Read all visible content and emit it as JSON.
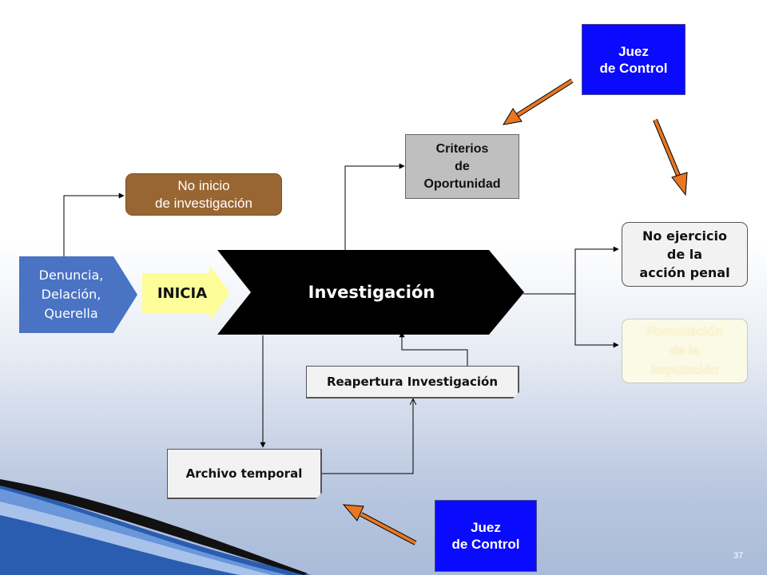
{
  "diagram": {
    "judge_top": "Juez\nde Control",
    "judge_bottom": "Juez\nde Control",
    "criteria": "Criterios\nde\nOportunidad",
    "no_start": "No inicio\nde investigación",
    "complaint": "Denuncia,\nDelación,\nQuerella",
    "starts": "INICIA",
    "investigation": "Investigación",
    "no_exercise": "No ejercicio\nde la\nacción penal",
    "formulation": "Formulación\nde la\nImputación",
    "reopening": "Reapertura Investigación",
    "temporary_archive": "Archivo temporal"
  },
  "page_number": "37",
  "colors": {
    "judge_blue": "#0a0aff",
    "no_start_brown": "#996633",
    "complaint_blue": "#4a73c4",
    "starts_yellow": "#fdfd99",
    "investigation_black": "#000000",
    "criteria_gray": "#bfbfbf",
    "formulation_text": "#fffbe0",
    "arrow_orange": "#e87722"
  }
}
